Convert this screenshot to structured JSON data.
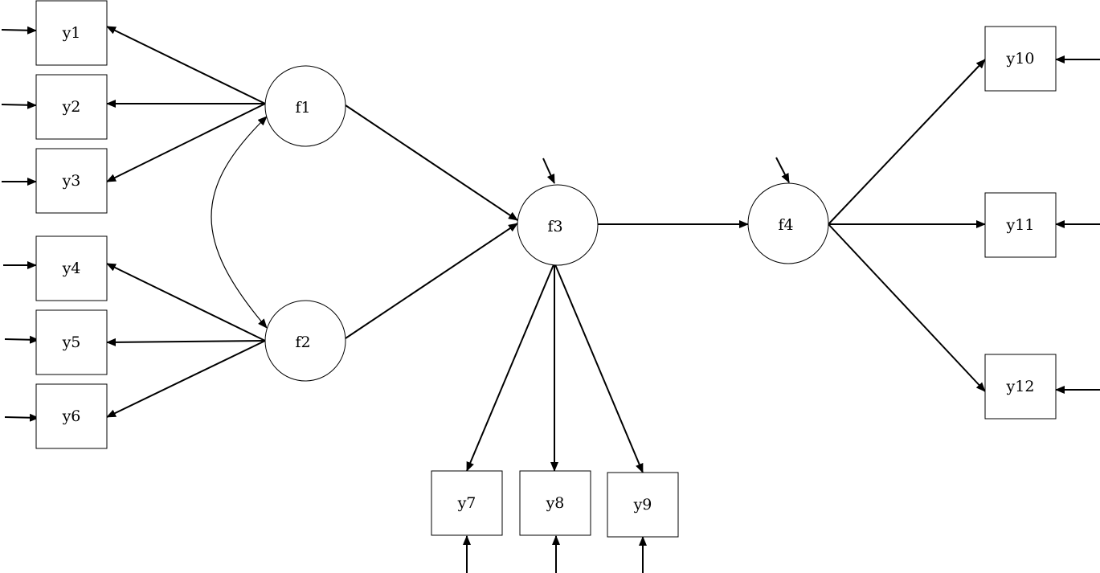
{
  "diagram": {
    "observed": [
      {
        "id": "y1",
        "label": "y1"
      },
      {
        "id": "y2",
        "label": "y2"
      },
      {
        "id": "y3",
        "label": "y3"
      },
      {
        "id": "y4",
        "label": "y4"
      },
      {
        "id": "y5",
        "label": "y5"
      },
      {
        "id": "y6",
        "label": "y6"
      },
      {
        "id": "y7",
        "label": "y7"
      },
      {
        "id": "y8",
        "label": "y8"
      },
      {
        "id": "y9",
        "label": "y9"
      },
      {
        "id": "y10",
        "label": "y10"
      },
      {
        "id": "y11",
        "label": "y11"
      },
      {
        "id": "y12",
        "label": "y12"
      }
    ],
    "latent": [
      {
        "id": "f1",
        "label": "f1"
      },
      {
        "id": "f2",
        "label": "f2"
      },
      {
        "id": "f3",
        "label": "f3"
      },
      {
        "id": "f4",
        "label": "f4"
      }
    ],
    "paths": [
      {
        "from": "f1",
        "to": "y1"
      },
      {
        "from": "f1",
        "to": "y2"
      },
      {
        "from": "f1",
        "to": "y3"
      },
      {
        "from": "f2",
        "to": "y4"
      },
      {
        "from": "f2",
        "to": "y5"
      },
      {
        "from": "f2",
        "to": "y6"
      },
      {
        "from": "f1",
        "to": "f3"
      },
      {
        "from": "f2",
        "to": "f3"
      },
      {
        "from": "f3",
        "to": "f4"
      },
      {
        "from": "f3",
        "to": "y7"
      },
      {
        "from": "f3",
        "to": "y8"
      },
      {
        "from": "f3",
        "to": "y9"
      },
      {
        "from": "f4",
        "to": "y10"
      },
      {
        "from": "f4",
        "to": "y11"
      },
      {
        "from": "f4",
        "to": "y12"
      }
    ],
    "covariances": [
      {
        "a": "f1",
        "b": "f2"
      }
    ],
    "error_terms": [
      "y1",
      "y2",
      "y3",
      "y4",
      "y5",
      "y6",
      "y7",
      "y8",
      "y9",
      "y10",
      "y11",
      "y12",
      "f3",
      "f4"
    ]
  }
}
